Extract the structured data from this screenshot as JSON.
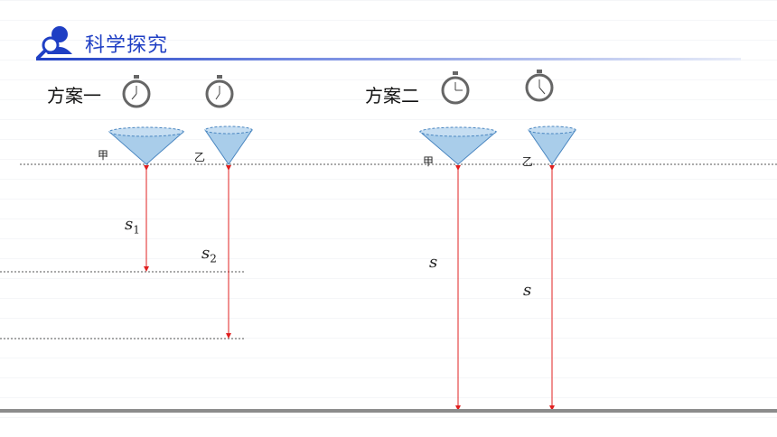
{
  "header": {
    "title": "科学探究"
  },
  "plans": [
    {
      "label": "方案一",
      "funnels": [
        {
          "label": "甲",
          "distance": "s",
          "sub": "1"
        },
        {
          "label": "乙",
          "distance": "s",
          "sub": "2"
        }
      ]
    },
    {
      "label": "方案二",
      "funnels": [
        {
          "label": "甲",
          "distance": "s"
        },
        {
          "label": "乙",
          "distance": "s"
        }
      ]
    }
  ],
  "colors": {
    "accent": "#1f3fc4",
    "funnel_fill": "#a9cdea",
    "funnel_stroke": "#4a86c0",
    "arrow": "#e02020"
  }
}
